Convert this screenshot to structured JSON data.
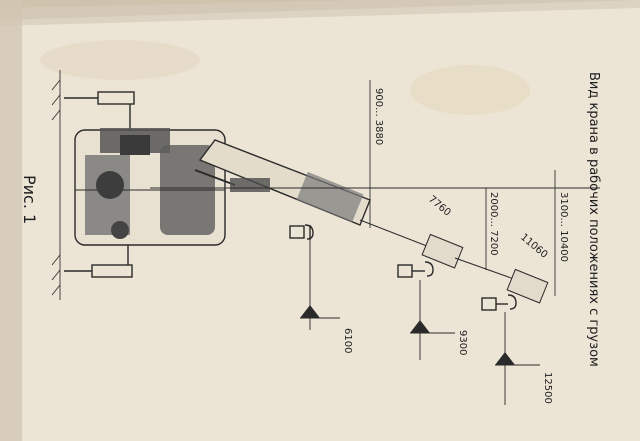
{
  "document": {
    "title": "Вид крана в рабочих положениях с грузом",
    "figure_caption": "Рис. 1",
    "dimensions": {
      "base_height": "900... 3880",
      "height_a": "2000... 7200",
      "height_b": "3100... 10400",
      "boom_length_a": "7760",
      "boom_length_b": "11060",
      "reach_1": "6100",
      "reach_2": "9300",
      "reach_3": "12500"
    }
  }
}
